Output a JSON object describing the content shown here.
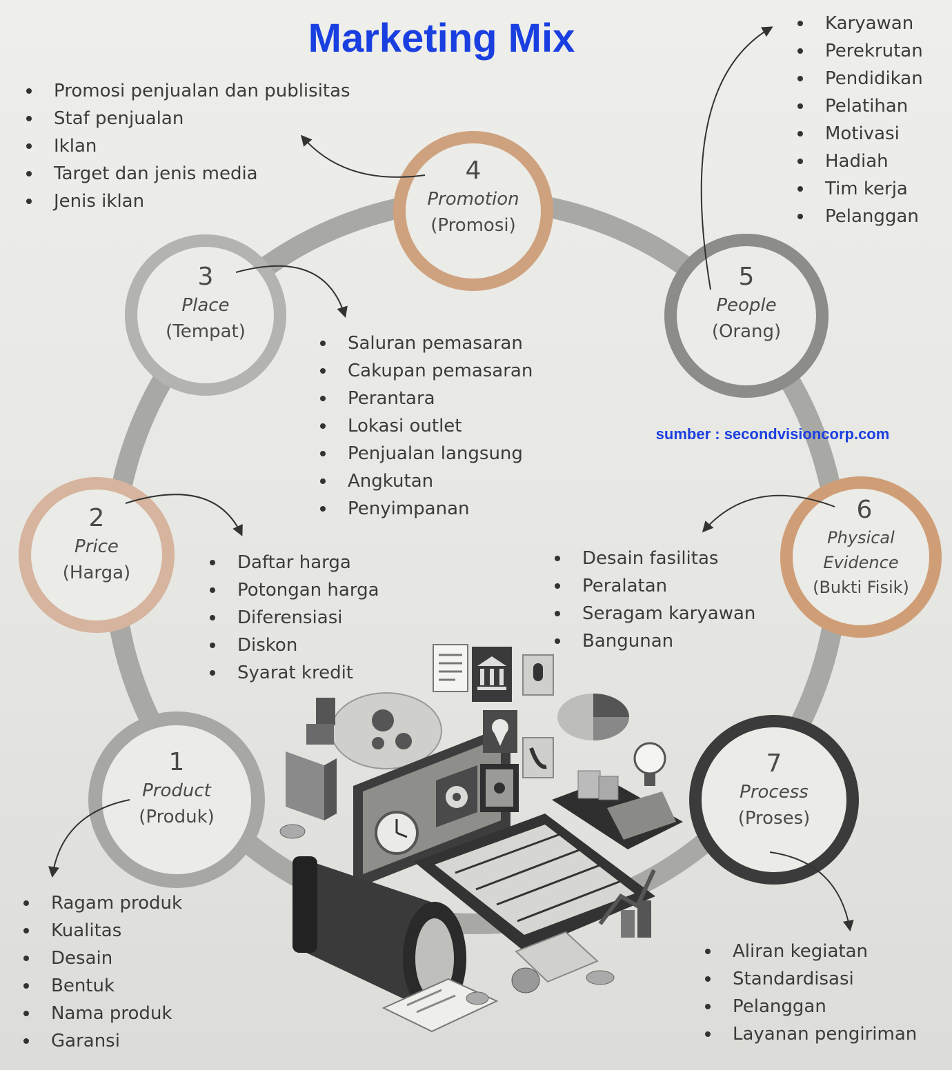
{
  "title": "Marketing Mix",
  "source": "sumber : secondvisioncorp.com",
  "colors": {
    "title": "#1a3fe0",
    "ring": "#a9a9a6",
    "copper": "#d1a584",
    "gray_ring": "#8f8f8c",
    "dark_ring": "#3c3c3c"
  },
  "nodes": [
    {
      "num": "1",
      "en": "Product",
      "id": "(Produk)",
      "items": [
        "Ragam produk",
        "Kualitas",
        "Desain",
        "Bentuk",
        "Nama produk",
        "Garansi"
      ]
    },
    {
      "num": "2",
      "en": "Price",
      "id": "(Harga)",
      "items": [
        "Daftar harga",
        "Potongan harga",
        "Diferensiasi",
        "Diskon",
        "Syarat kredit"
      ]
    },
    {
      "num": "3",
      "en": "Place",
      "id": "(Tempat)",
      "items": [
        "Saluran pemasaran",
        "Cakupan pemasaran",
        "Perantara",
        "Lokasi outlet",
        "Penjualan langsung",
        "Angkutan",
        "Penyimpanan"
      ]
    },
    {
      "num": "4",
      "en": "Promotion",
      "id": "(Promosi)",
      "items": [
        "Promosi penjualan dan publisitas",
        "Staf penjualan",
        "Iklan",
        "Target dan jenis media",
        "Jenis iklan"
      ]
    },
    {
      "num": "5",
      "en": "People",
      "id": "(Orang)",
      "items": [
        "Karyawan",
        "Perekrutan",
        "Pendidikan",
        "Pelatihan",
        "Motivasi",
        "Hadiah",
        "Tim kerja",
        "Pelanggan"
      ]
    },
    {
      "num": "6",
      "en_line1": "Physical",
      "en_line2": "Evidence",
      "id": "(Bukti Fisik)",
      "items": [
        "Desain fasilitas",
        "Peralatan",
        "Seragam karyawan",
        "Bangunan"
      ]
    },
    {
      "num": "7",
      "en": "Process",
      "id": "(Proses)",
      "items": [
        "Aliran kegiatan",
        "Standardisasi",
        "Pelanggan",
        "Layanan pengiriman"
      ]
    }
  ]
}
